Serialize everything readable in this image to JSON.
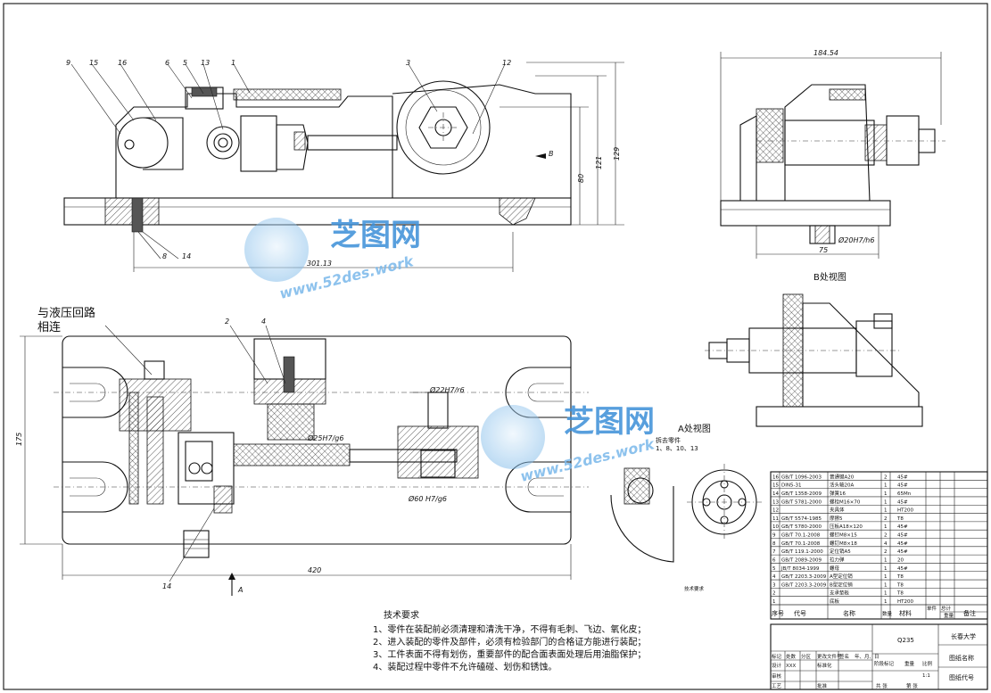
{
  "callouts_front": [
    "9",
    "15",
    "16",
    "6",
    "5",
    "13",
    "1",
    "3",
    "12",
    "8",
    "14"
  ],
  "dims_front": {
    "overall": "301.13",
    "h1": "80",
    "h2": "121",
    "h3": "129"
  },
  "dims_side": {
    "width": "184.54",
    "base": "75",
    "fit": "Ø20H7/h6"
  },
  "view_b_title": "B处视图",
  "view_a_title": "A处视图",
  "view_a_note": "拆去零件\n1、8、10、13",
  "plan_labels": {
    "hydraulic_line1": "与液压回路",
    "hydraulic_line2": "相连",
    "callout_2": "2",
    "callout_4": "4",
    "callout_14": "14",
    "fit_1": "Ø22H7/r6",
    "fit_2": "Ø25H7/g6",
    "fit_3": "Ø60 H7/g6",
    "overall_width": "420",
    "overall_height": "175",
    "arrow_a": "A",
    "arrow_b": "B"
  },
  "tech_req": {
    "title": "技术要求",
    "items": [
      "1、零件在装配前必须清理和清洗干净，不得有毛刺、飞边、氧化皮；",
      "2、进入装配的零件及部件，必须有检验部门的合格证方能进行装配；",
      "3、工件表面不得有划伤，重要部件的配合面表面处理后用油脂保护；",
      "4、装配过程中零件不允许磕碰、划伤和锈蚀。"
    ]
  },
  "bom": {
    "header": [
      "序号",
      "代号",
      "名称",
      "数量",
      "材料",
      "单件",
      "总计",
      "重量",
      "备注"
    ],
    "rows": [
      {
        "no": "16",
        "code": "GB/T 1096-2003",
        "name": "普通键A20",
        "qty": "2",
        "mat": "45#"
      },
      {
        "no": "15",
        "code": "DIN5-31",
        "name": "活头轴20A",
        "qty": "1",
        "mat": "45#"
      },
      {
        "no": "14",
        "code": "GB/T 1358-2009",
        "name": "弹簧16",
        "qty": "1",
        "mat": "65Mn"
      },
      {
        "no": "13",
        "code": "GB/T 5781-2000",
        "name": "螺栓M16×70",
        "qty": "1",
        "mat": "45#"
      },
      {
        "no": "12",
        "code": "",
        "name": "夹具体",
        "qty": "1",
        "mat": "HT200"
      },
      {
        "no": "11",
        "code": "GB/T 5574-1985",
        "name": "摩擦5",
        "qty": "2",
        "mat": "T8"
      },
      {
        "no": "10",
        "code": "GB/T 5780-2000",
        "name": "压板A18×120",
        "qty": "1",
        "mat": "45#"
      },
      {
        "no": "9",
        "code": "GB/T 70.1-2008",
        "name": "螺钉M8×15",
        "qty": "2",
        "mat": "45#"
      },
      {
        "no": "8",
        "code": "GB/T 70.1-2008",
        "name": "螺钉M8×18",
        "qty": "4",
        "mat": "45#"
      },
      {
        "no": "7",
        "code": "GB/T 119.1-2000",
        "name": "定位销A5",
        "qty": "2",
        "mat": "45#"
      },
      {
        "no": "6",
        "code": "GB/T 2089-2009",
        "name": "拉力弹",
        "qty": "1",
        "mat": "20"
      },
      {
        "no": "5",
        "code": "JB/T 8034-1999",
        "name": "螺母",
        "qty": "1",
        "mat": "45#"
      },
      {
        "no": "4",
        "code": "GB/T 2203.3-2009",
        "name": "A型定位销",
        "qty": "1",
        "mat": "T8"
      },
      {
        "no": "3",
        "code": "GB/T 2203.3-2009",
        "name": "B型定位销",
        "qty": "1",
        "mat": "T8"
      },
      {
        "no": "2",
        "code": "",
        "name": "支承垫板",
        "qty": "1",
        "mat": "T8"
      },
      {
        "no": "1",
        "code": "",
        "name": "底板",
        "qty": "1",
        "mat": "HT200"
      }
    ]
  },
  "title_block": {
    "material": "Q235",
    "school": "长春大学",
    "drawing_name": "图纸名称",
    "drawing_code": "图纸代号",
    "scale": "1:1",
    "row_mark": "标记",
    "row_count": "处数",
    "row_zone": "分区",
    "row_change": "更改文件号",
    "row_sign": "签名",
    "row_date": "年、月、日",
    "design": "设计",
    "design_name": "XXX",
    "standardize": "标准化",
    "check": "审核",
    "process": "工艺",
    "approve": "批准",
    "stage_mark": "阶段标记",
    "weight": "重量",
    "scale_label": "比例",
    "sheets": "共  张",
    "sheet": "第  张",
    "table_note": "技术要求"
  },
  "watermark": {
    "brand": "芝图网",
    "url": "www.52des.work"
  }
}
